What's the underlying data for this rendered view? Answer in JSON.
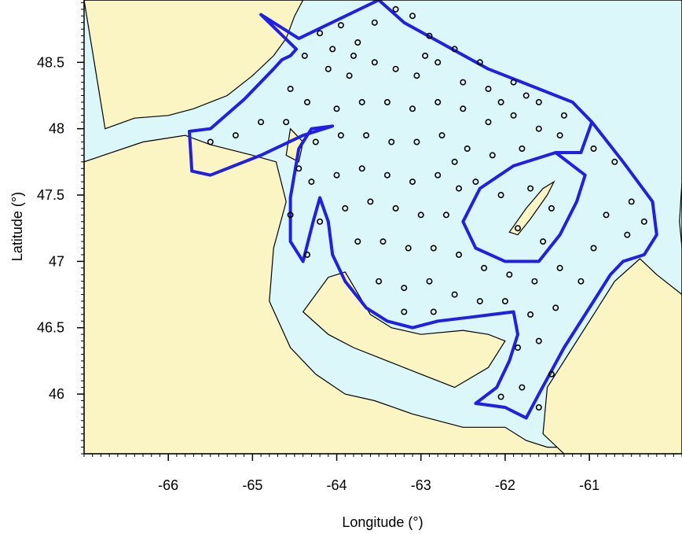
{
  "map": {
    "xlabel": "Longitude (°)",
    "ylabel": "Latitude (°)",
    "x_range": [
      -67.0,
      -59.9
    ],
    "y_range": [
      45.55,
      48.97
    ],
    "x_ticks": [
      {
        "value": -66,
        "label": "-66"
      },
      {
        "value": -65,
        "label": "-65"
      },
      {
        "value": -64,
        "label": "-64"
      },
      {
        "value": -63,
        "label": "-63"
      },
      {
        "value": -62,
        "label": "-62"
      },
      {
        "value": -61,
        "label": "-61"
      }
    ],
    "y_ticks": [
      {
        "value": 46,
        "label": "46"
      },
      {
        "value": 46.5,
        "label": "46.5"
      },
      {
        "value": 47,
        "label": "47"
      },
      {
        "value": 47.5,
        "label": "47.5"
      },
      {
        "value": 48,
        "label": "48"
      },
      {
        "value": 48.5,
        "label": "48.5"
      }
    ],
    "colors": {
      "water": "#dcf7fa",
      "land": "#faf5c3",
      "coastline": "#000000",
      "survey_boundary": "#1f1fe6",
      "station_marker": "#000000"
    },
    "survey_boundary": [
      [
        -64.9,
        48.86
      ],
      [
        -64.65,
        48.76
      ],
      [
        -64.45,
        48.68
      ],
      [
        -63.5,
        48.97
      ],
      [
        -63.2,
        48.8
      ],
      [
        -62.2,
        48.45
      ],
      [
        -61.6,
        48.3
      ],
      [
        -61.2,
        48.2
      ],
      [
        -60.97,
        48.05
      ],
      [
        -60.6,
        47.75
      ],
      [
        -60.25,
        47.45
      ],
      [
        -60.2,
        47.2
      ],
      [
        -60.35,
        47.05
      ],
      [
        -60.6,
        47.0
      ],
      [
        -60.75,
        46.9
      ],
      [
        -60.95,
        46.7
      ],
      [
        -61.3,
        46.35
      ],
      [
        -61.6,
        46.0
      ],
      [
        -61.75,
        45.82
      ],
      [
        -62.0,
        45.9
      ],
      [
        -62.35,
        45.93
      ],
      [
        -62.1,
        46.05
      ],
      [
        -61.95,
        46.25
      ],
      [
        -61.85,
        46.45
      ],
      [
        -61.9,
        46.62
      ],
      [
        -62.4,
        46.58
      ],
      [
        -62.8,
        46.55
      ],
      [
        -63.1,
        46.5
      ],
      [
        -63.4,
        46.55
      ],
      [
        -63.65,
        46.65
      ],
      [
        -63.9,
        46.85
      ],
      [
        -64.05,
        47.05
      ],
      [
        -64.1,
        47.3
      ],
      [
        -64.2,
        47.48
      ],
      [
        -64.28,
        47.3
      ],
      [
        -64.4,
        47.0
      ],
      [
        -64.55,
        47.15
      ],
      [
        -64.55,
        47.48
      ],
      [
        -64.45,
        47.85
      ],
      [
        -64.3,
        48.0
      ],
      [
        -64.05,
        48.02
      ],
      [
        -64.4,
        47.95
      ],
      [
        -64.9,
        47.8
      ],
      [
        -65.5,
        47.65
      ],
      [
        -65.72,
        47.68
      ],
      [
        -65.75,
        47.98
      ],
      [
        -65.5,
        48.0
      ],
      [
        -65.1,
        48.22
      ],
      [
        -64.75,
        48.45
      ],
      [
        -64.65,
        48.52
      ],
      [
        -64.55,
        48.55
      ],
      [
        -64.48,
        48.6
      ],
      [
        -64.9,
        48.86
      ]
    ],
    "inner_boundary": [
      [
        -61.4,
        47.82
      ],
      [
        -61.9,
        47.72
      ],
      [
        -62.3,
        47.55
      ],
      [
        -62.5,
        47.3
      ],
      [
        -62.35,
        47.1
      ],
      [
        -62.0,
        47.0
      ],
      [
        -61.6,
        47.0
      ],
      [
        -61.35,
        47.2
      ],
      [
        -61.15,
        47.45
      ],
      [
        -61.05,
        47.65
      ],
      [
        -61.4,
        47.82
      ]
    ],
    "divider_line": [
      [
        -60.97,
        48.05
      ],
      [
        -61.1,
        47.82
      ],
      [
        -61.4,
        47.82
      ]
    ],
    "stations": [
      [
        -64.38,
        48.55
      ],
      [
        -64.2,
        48.72
      ],
      [
        -63.95,
        48.78
      ],
      [
        -63.75,
        48.65
      ],
      [
        -63.55,
        48.8
      ],
      [
        -63.3,
        48.9
      ],
      [
        -63.1,
        48.85
      ],
      [
        -62.9,
        48.7
      ],
      [
        -62.6,
        48.6
      ],
      [
        -62.3,
        48.5
      ],
      [
        -64.1,
        48.45
      ],
      [
        -63.85,
        48.4
      ],
      [
        -63.55,
        48.5
      ],
      [
        -63.3,
        48.45
      ],
      [
        -63.05,
        48.4
      ],
      [
        -62.8,
        48.5
      ],
      [
        -62.5,
        48.35
      ],
      [
        -62.2,
        48.3
      ],
      [
        -61.9,
        48.35
      ],
      [
        -61.6,
        48.2
      ],
      [
        -61.3,
        48.1
      ],
      [
        -64.35,
        48.2
      ],
      [
        -64.0,
        48.15
      ],
      [
        -63.7,
        48.2
      ],
      [
        -63.4,
        48.2
      ],
      [
        -63.1,
        48.15
      ],
      [
        -62.8,
        48.2
      ],
      [
        -62.5,
        48.15
      ],
      [
        -62.2,
        48.05
      ],
      [
        -61.9,
        48.1
      ],
      [
        -61.6,
        48.0
      ],
      [
        -61.35,
        47.95
      ],
      [
        -64.25,
        47.9
      ],
      [
        -63.95,
        47.95
      ],
      [
        -63.65,
        47.95
      ],
      [
        -63.35,
        47.9
      ],
      [
        -63.05,
        47.9
      ],
      [
        -62.75,
        47.95
      ],
      [
        -62.45,
        47.85
      ],
      [
        -62.15,
        47.8
      ],
      [
        -61.8,
        47.85
      ],
      [
        -64.3,
        47.6
      ],
      [
        -64.0,
        47.65
      ],
      [
        -63.7,
        47.7
      ],
      [
        -63.4,
        47.65
      ],
      [
        -63.1,
        47.6
      ],
      [
        -62.8,
        47.65
      ],
      [
        -62.55,
        47.55
      ],
      [
        -64.2,
        47.3
      ],
      [
        -63.9,
        47.4
      ],
      [
        -63.6,
        47.45
      ],
      [
        -63.3,
        47.4
      ],
      [
        -63.0,
        47.35
      ],
      [
        -62.7,
        47.35
      ],
      [
        -64.35,
        47.05
      ],
      [
        -63.75,
        47.15
      ],
      [
        -63.45,
        47.15
      ],
      [
        -63.15,
        47.1
      ],
      [
        -62.85,
        47.1
      ],
      [
        -62.55,
        47.05
      ],
      [
        -62.25,
        46.95
      ],
      [
        -61.95,
        46.9
      ],
      [
        -61.65,
        46.85
      ],
      [
        -61.35,
        46.95
      ],
      [
        -63.5,
        46.85
      ],
      [
        -63.2,
        46.8
      ],
      [
        -62.9,
        46.85
      ],
      [
        -62.6,
        46.75
      ],
      [
        -62.3,
        46.7
      ],
      [
        -62.0,
        46.7
      ],
      [
        -61.7,
        46.6
      ],
      [
        -61.4,
        46.65
      ],
      [
        -63.2,
        46.62
      ],
      [
        -62.85,
        46.62
      ],
      [
        -61.85,
        46.35
      ],
      [
        -61.6,
        46.4
      ],
      [
        -61.45,
        46.15
      ],
      [
        -61.8,
        46.05
      ],
      [
        -62.05,
        45.98
      ],
      [
        -61.6,
        45.9
      ],
      [
        -60.95,
        47.85
      ],
      [
        -60.7,
        47.75
      ],
      [
        -60.5,
        47.45
      ],
      [
        -60.8,
        47.35
      ],
      [
        -60.55,
        47.2
      ],
      [
        -60.95,
        47.1
      ],
      [
        -61.1,
        46.85
      ],
      [
        -60.35,
        47.3
      ],
      [
        -64.55,
        47.35
      ],
      [
        -64.45,
        47.7
      ],
      [
        -65.5,
        47.9
      ],
      [
        -65.2,
        47.95
      ],
      [
        -64.9,
        48.05
      ],
      [
        -64.55,
        48.3
      ],
      [
        -64.6,
        48.05
      ],
      [
        -62.6,
        47.75
      ],
      [
        -62.35,
        47.6
      ],
      [
        -63.8,
        48.55
      ],
      [
        -64.05,
        48.6
      ],
      [
        -62.95,
        48.55
      ],
      [
        -61.75,
        48.25
      ],
      [
        -62.05,
        48.2
      ],
      [
        -61.45,
        47.4
      ],
      [
        -61.7,
        47.55
      ],
      [
        -62.05,
        47.5
      ],
      [
        -61.85,
        47.25
      ],
      [
        -61.55,
        47.15
      ]
    ],
    "coast_north": [
      [
        -66.75,
        48.0
      ],
      [
        -66.4,
        48.08
      ],
      [
        -66.0,
        48.1
      ],
      [
        -65.7,
        48.15
      ],
      [
        -65.3,
        48.25
      ],
      [
        -65.0,
        48.4
      ],
      [
        -64.75,
        48.55
      ],
      [
        -64.6,
        48.68
      ],
      [
        -64.5,
        48.85
      ],
      [
        -64.4,
        48.97
      ]
    ],
    "land_south_west": [
      [
        -67.0,
        47.75
      ],
      [
        -66.3,
        47.9
      ],
      [
        -65.8,
        47.95
      ],
      [
        -65.5,
        47.88
      ],
      [
        -65.0,
        47.8
      ],
      [
        -64.72,
        47.75
      ],
      [
        -64.6,
        47.45
      ],
      [
        -64.75,
        47.1
      ],
      [
        -64.8,
        46.7
      ],
      [
        -64.55,
        46.35
      ],
      [
        -64.25,
        46.15
      ],
      [
        -63.9,
        46.0
      ],
      [
        -63.55,
        45.95
      ],
      [
        -63.1,
        45.85
      ],
      [
        -62.5,
        45.75
      ],
      [
        -62.0,
        45.75
      ],
      [
        -61.75,
        45.65
      ],
      [
        -61.5,
        45.6
      ],
      [
        -61.0,
        45.6
      ],
      [
        -60.9,
        45.55
      ],
      [
        -67.0,
        45.55
      ]
    ],
    "pei": [
      [
        -64.4,
        46.62
      ],
      [
        -64.1,
        46.88
      ],
      [
        -63.9,
        46.92
      ],
      [
        -63.6,
        46.6
      ],
      [
        -63.35,
        46.5
      ],
      [
        -63.0,
        46.45
      ],
      [
        -62.5,
        46.48
      ],
      [
        -62.2,
        46.45
      ],
      [
        -62.0,
        46.4
      ],
      [
        -62.2,
        46.2
      ],
      [
        -62.6,
        46.05
      ],
      [
        -63.0,
        46.15
      ],
      [
        -63.4,
        46.25
      ],
      [
        -63.8,
        46.35
      ],
      [
        -64.1,
        46.45
      ],
      [
        -64.4,
        46.62
      ]
    ],
    "cape_breton": [
      [
        -60.4,
        47.02
      ],
      [
        -60.7,
        46.85
      ],
      [
        -60.95,
        46.6
      ],
      [
        -61.25,
        46.3
      ],
      [
        -61.5,
        46.05
      ],
      [
        -61.55,
        45.7
      ],
      [
        -61.3,
        45.55
      ],
      [
        -59.9,
        45.55
      ],
      [
        -59.9,
        46.75
      ],
      [
        -60.2,
        46.9
      ],
      [
        -60.4,
        47.02
      ]
    ],
    "magdalen": [
      [
        -61.95,
        47.22
      ],
      [
        -61.75,
        47.4
      ],
      [
        -61.55,
        47.55
      ],
      [
        -61.42,
        47.6
      ],
      [
        -61.5,
        47.5
      ],
      [
        -61.7,
        47.32
      ],
      [
        -61.85,
        47.2
      ],
      [
        -61.95,
        47.22
      ]
    ],
    "miscou": [
      [
        -64.55,
        48.0
      ],
      [
        -64.4,
        47.9
      ],
      [
        -64.45,
        47.75
      ],
      [
        -64.6,
        47.8
      ],
      [
        -64.55,
        48.0
      ]
    ],
    "newfoundland": [
      [
        -59.9,
        47.6
      ],
      [
        -59.93,
        47.3
      ],
      [
        -59.9,
        47.1
      ]
    ]
  }
}
